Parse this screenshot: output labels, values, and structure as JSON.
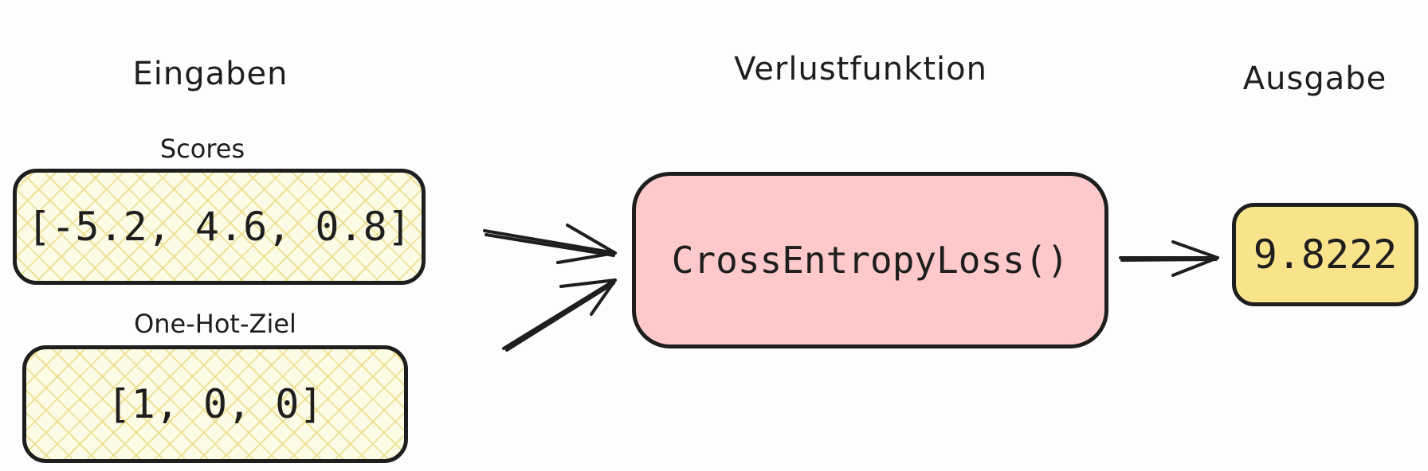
{
  "headings": {
    "inputs": "Eingaben",
    "loss_function": "Verlustfunktion",
    "output": "Ausgabe"
  },
  "inputs": {
    "scores_label": "Scores",
    "scores_value": "[-5.2, 4.6, 0.8]",
    "target_label": "One-Hot-Ziel",
    "target_value": "[1, 0, 0]"
  },
  "loss": {
    "function_text": "CrossEntropyLoss()"
  },
  "output": {
    "value": "9.8222"
  },
  "colors": {
    "stroke": "#1e1e1e",
    "hatch_yellow": "#ecde8c",
    "loss_fill": "#fec9ca",
    "output_fill": "#f9e38b"
  }
}
